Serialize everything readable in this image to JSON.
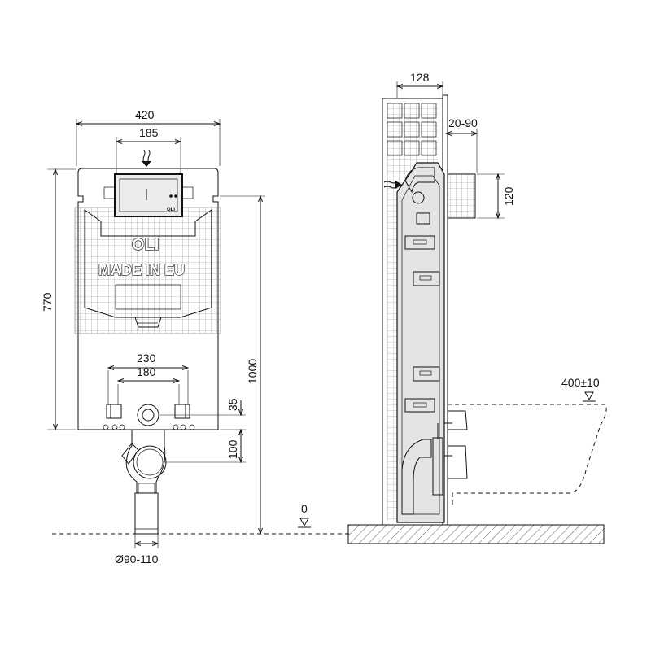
{
  "front_view": {
    "width_total": "420",
    "flush_plate_width": "185",
    "height_frame": "770",
    "height_total": "1000",
    "bolt_spacing_outer": "230",
    "bolt_spacing_inner": "180",
    "drain_offset_upper": "35",
    "drain_offset_lower": "100",
    "drain_pipe_diameter": "Ø90-110",
    "brand_logo": "OLI",
    "made_in_text": "MADE IN EU",
    "panel_small_label": "OLI"
  },
  "side_view": {
    "frame_depth": "128",
    "wall_finish_range": "20-90",
    "supply_height": "120",
    "seat_height": "400±10",
    "floor_level": "0"
  },
  "icons": {
    "water_inlet_front": "water-flow-arrow-icon",
    "water_inlet_side": "water-flow-arrow-icon",
    "level_marker": "level-triangle-icon"
  }
}
